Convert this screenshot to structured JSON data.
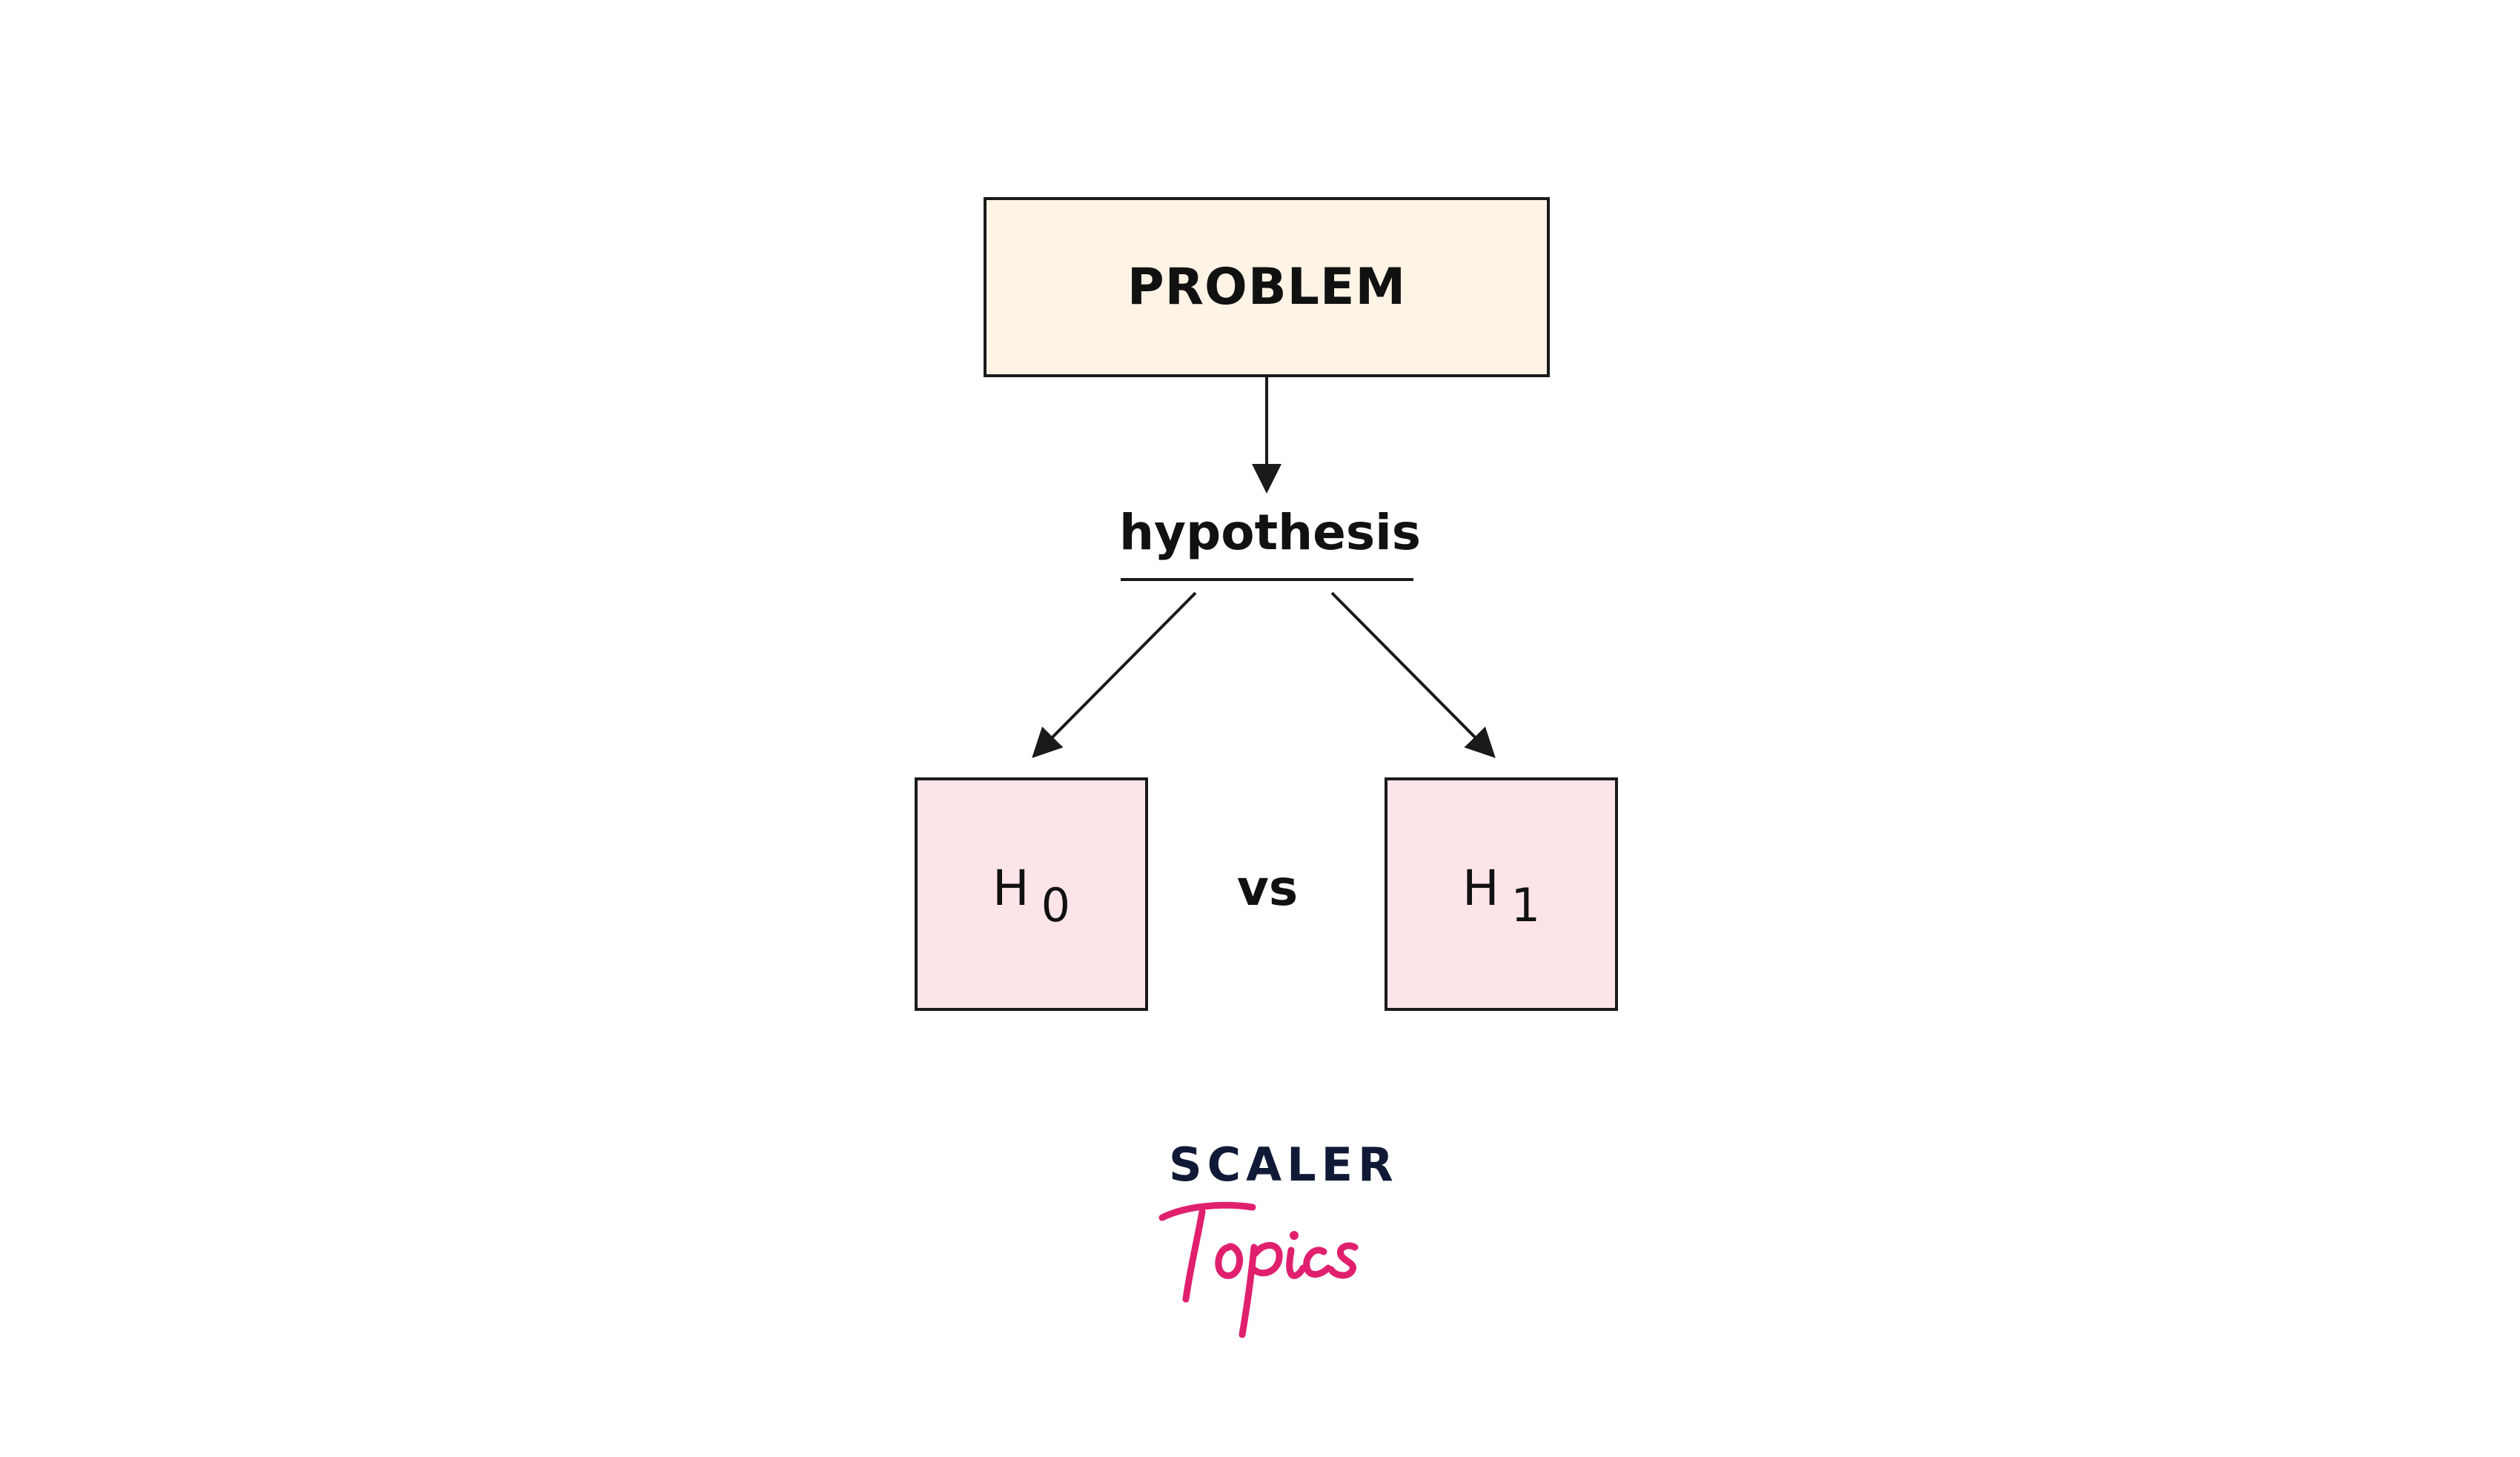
{
  "diagram": {
    "problem_label": "PROBLEM",
    "hypothesis_label": "hypothesis",
    "null_hypothesis": {
      "symbol": "H",
      "subscript": "0"
    },
    "alternative_hypothesis": {
      "symbol": "H",
      "subscript": "1"
    },
    "comparison_label": "vs"
  },
  "logo": {
    "line1": "SCALER",
    "line2": "Topics"
  },
  "colors": {
    "problem_fill": "#fdf4e6",
    "hypothesis_box_fill": "#fde4e8",
    "stroke": "#1a1a1a",
    "logo_dark": "#101a36",
    "logo_pink": "#e0206e"
  }
}
